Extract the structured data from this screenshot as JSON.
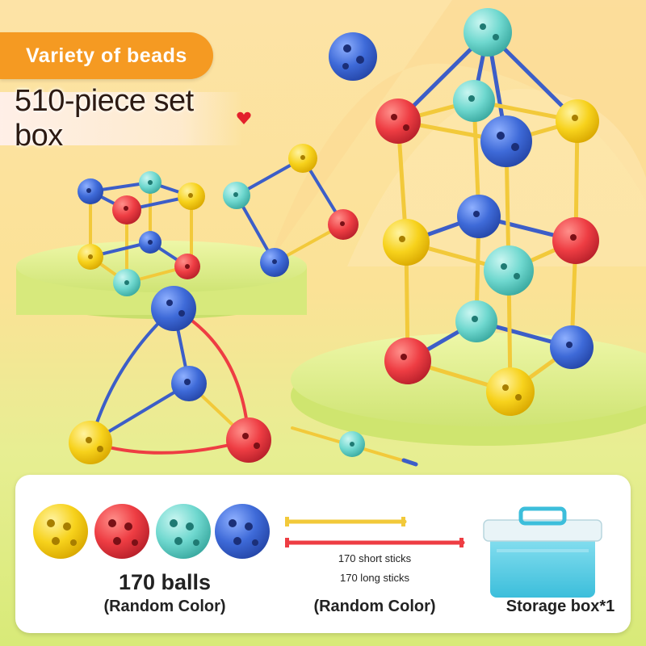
{
  "badge": {
    "text": "Variety of beads"
  },
  "headline": {
    "text": "510-piece set box"
  },
  "panel": {
    "balls": {
      "count": "170 balls",
      "note": "(Random Color)"
    },
    "sticks": {
      "short": "170 short sticks",
      "long": "170 long sticks",
      "note": "(Random Color)"
    },
    "storage": {
      "label": "Storage box*1"
    }
  },
  "colors": {
    "yellow": "#f7d21c",
    "red": "#ee3d43",
    "teal": "#6fd8cf",
    "blue": "#3e6ad8",
    "badge": "#f59a22"
  }
}
